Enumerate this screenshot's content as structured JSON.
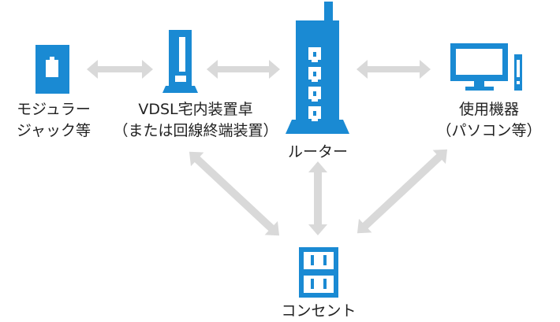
{
  "colors": {
    "device_blue": "#1a8ad3",
    "arrow_gray": "#d9d9d9",
    "text": "#222222"
  },
  "nodes": {
    "modular_jack": {
      "icon": "phone-jack-icon",
      "label_lines": [
        "モジュラー",
        "ジャック等"
      ]
    },
    "vdsl": {
      "icon": "vdsl-device-icon",
      "label_lines": [
        "VDSL宅内装置卓",
        "（または回線終端装置）"
      ]
    },
    "router": {
      "icon": "router-icon",
      "label_lines": [
        "ルーター"
      ]
    },
    "pc": {
      "icon": "pc-icon",
      "label_lines": [
        "使用機器",
        "（パソコン等）"
      ]
    },
    "outlet": {
      "icon": "power-outlet-icon",
      "label_lines": [
        "コンセント"
      ]
    }
  },
  "connections": [
    {
      "from": "modular_jack",
      "to": "vdsl"
    },
    {
      "from": "vdsl",
      "to": "router"
    },
    {
      "from": "router",
      "to": "pc"
    },
    {
      "from": "vdsl",
      "to": "outlet"
    },
    {
      "from": "router",
      "to": "outlet"
    },
    {
      "from": "pc",
      "to": "outlet"
    }
  ]
}
